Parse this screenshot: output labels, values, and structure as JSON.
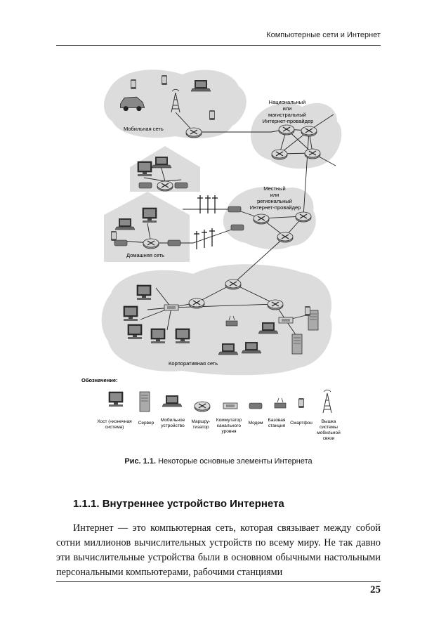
{
  "header": {
    "running_title": "Компьютерные сети и Интернет"
  },
  "figure": {
    "labels": {
      "mobile": "Мобильная сеть",
      "isp_national": [
        "Национальный",
        "или",
        "магистральный",
        "Интернет-провайдер"
      ],
      "isp_local": [
        "Местный",
        "или",
        "региональный",
        "Интернет-провайдер"
      ],
      "home": "Домашняя сеть",
      "corporate": "Корпоративная сеть"
    },
    "legend": {
      "title": "Обозначение:",
      "items": [
        {
          "icon": "host-icon",
          "lines": [
            "Хост («конечная",
            "система)"
          ]
        },
        {
          "icon": "server-icon",
          "lines": [
            "Сервер"
          ]
        },
        {
          "icon": "mobile-device-icon",
          "lines": [
            "Мобильное",
            "устройство"
          ]
        },
        {
          "icon": "router-icon",
          "lines": [
            "Маршру-",
            "тизатор"
          ]
        },
        {
          "icon": "switch-icon",
          "lines": [
            "Коммутатор",
            "канального",
            "уровня"
          ]
        },
        {
          "icon": "modem-icon",
          "lines": [
            "Модем"
          ]
        },
        {
          "icon": "base-station-icon",
          "lines": [
            "Базовая",
            "станция"
          ]
        },
        {
          "icon": "smartphone-icon",
          "lines": [
            "Смартфон"
          ]
        },
        {
          "icon": "cell-tower-icon",
          "lines": [
            "Вышка",
            "системы",
            "мобильной",
            "связи"
          ]
        }
      ]
    }
  },
  "caption": {
    "number": "Рис. 1.1.",
    "text": " Некоторые основные элементы Интернета"
  },
  "section": {
    "title": "1.1.1. Внутреннее устройство Интернета"
  },
  "body": {
    "paragraph": "Интернет — это компьютерная сеть, которая связывает между собой сотни миллионов вычислительных устройств по всему миру. Не так давно эти вычислительные устройства были в основном обычными настольными персональными компьютерами, рабочими станциями"
  },
  "page": {
    "number": "25"
  }
}
